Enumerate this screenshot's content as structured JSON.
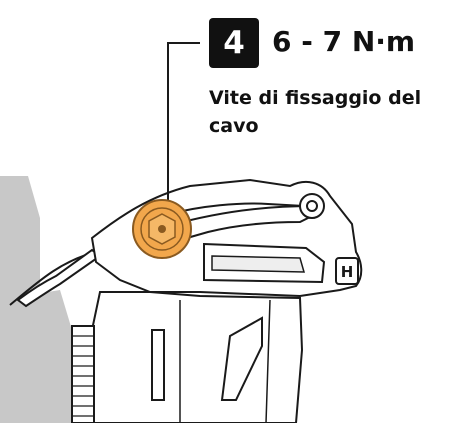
{
  "callout": {
    "step_number": "4",
    "torque": "6 - 7 N·m",
    "caption": "Vite di fissaggio del cavo"
  },
  "parts": {
    "mechanism_label": "H"
  },
  "colors": {
    "highlight_bolt": "#F2A74C",
    "highlight_bolt_outline": "#8A5A20",
    "callout_badge": "#111111",
    "background_part_gray": "#C8C8C8",
    "line": "#1A1A1A"
  }
}
